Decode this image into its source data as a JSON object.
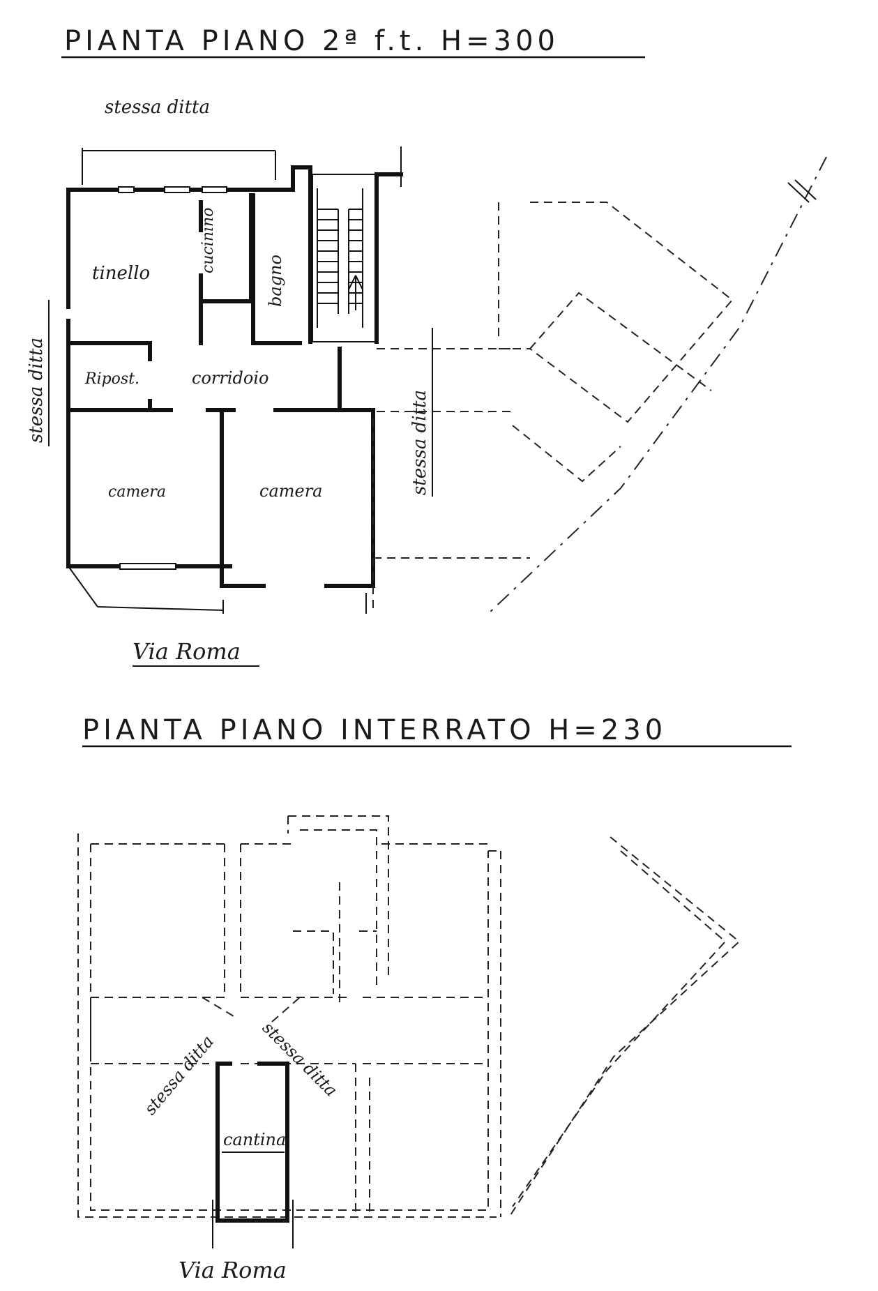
{
  "plans": [
    {
      "title": "PIANTA PIANO 2ª f.t. H=300",
      "labels": {
        "neighbor_top": "stessa ditta",
        "neighbor_left": "stessa ditta",
        "neighbor_right": "stessa ditta",
        "tinello": "tinello",
        "cucinino": "cucinino",
        "bagno": "bagno",
        "ripost": "Ripost.",
        "corridoio": "corridoio",
        "camera_left": "camera",
        "camera_right": "camera",
        "street": "Via Roma"
      }
    },
    {
      "title": "PIANTA PIANO INTERRATO H=230",
      "labels": {
        "neighbor_left": "stessa ditta",
        "neighbor_right": "stessa ditta",
        "cantina": "cantina",
        "street": "Via Roma"
      }
    }
  ]
}
